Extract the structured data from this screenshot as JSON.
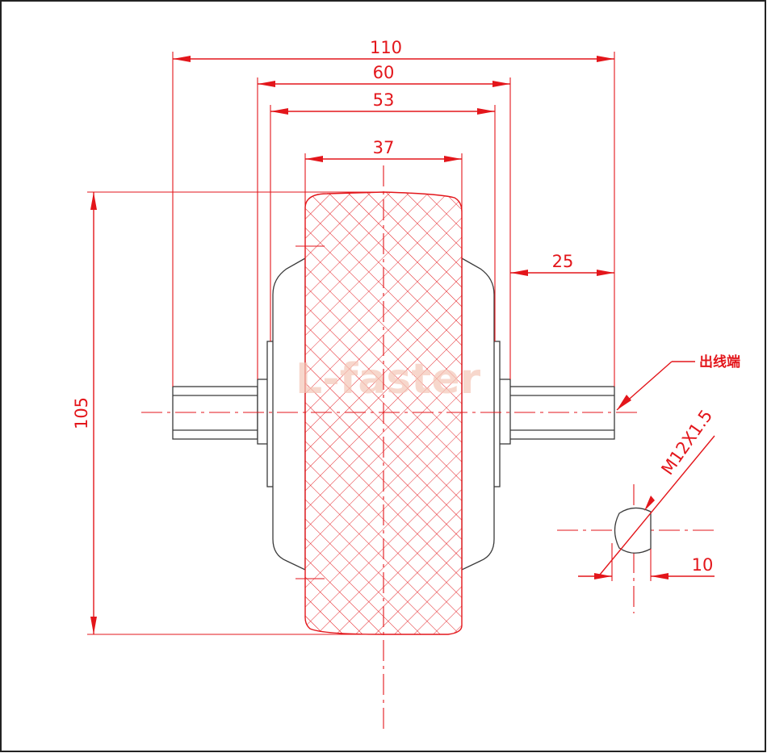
{
  "drawing": {
    "dimensions": {
      "overall_width": "110",
      "body_width": "60",
      "housing_width": "53",
      "tire_width": "37",
      "axle_length": "25",
      "diameter": "105",
      "flat_width": "10"
    },
    "thread_label": "M12X1.5",
    "cable_exit_label": "出线端",
    "watermark": "L-faster",
    "colors": {
      "dimension": "#e3161b",
      "outline": "#3a3a3a",
      "watermark": "#f4c8b8"
    }
  }
}
